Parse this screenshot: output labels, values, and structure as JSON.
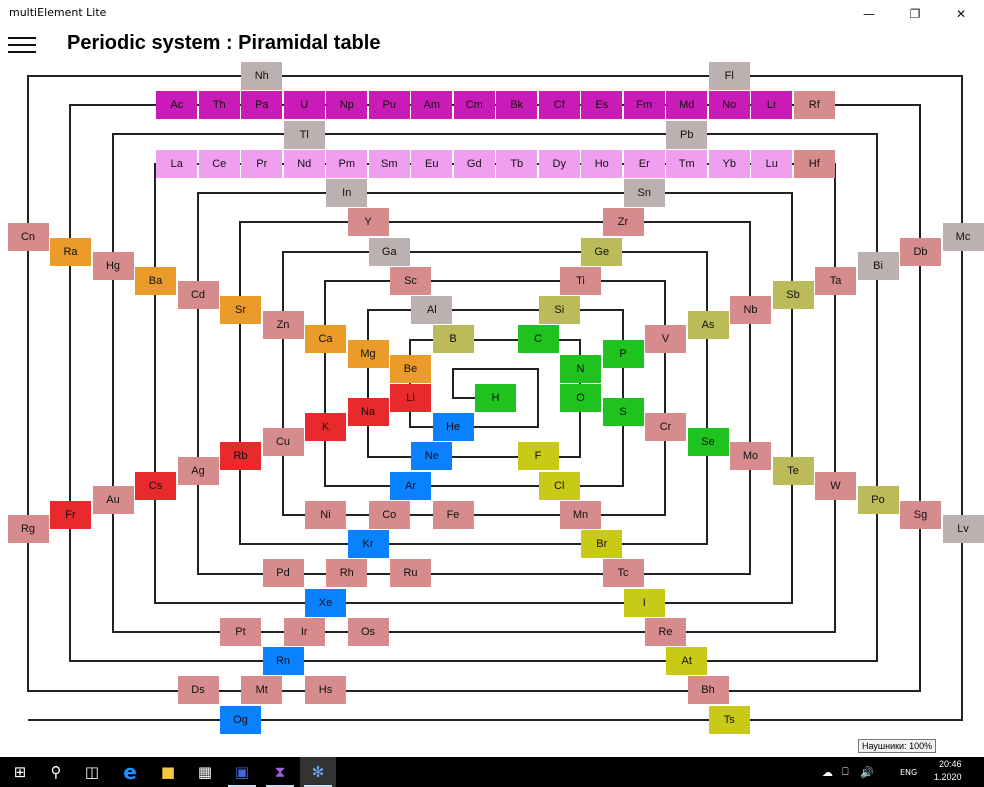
{
  "window": {
    "title": "multiElement Lite",
    "minimize_icon": "minimize-icon",
    "maximize_icon": "restore-icon",
    "close_icon": "close-icon"
  },
  "header": {
    "menu_icon": "hamburger-menu-icon",
    "title": "Periodic system : Piramidal table"
  },
  "colors": {
    "actinide": "#c91bb7",
    "lanthanide": "#f09ef0",
    "post-transition": "#bdb0b0",
    "transition": "#d68c8c",
    "alkali": "#e82a2c",
    "alkaline-earth": "#eb9b2a",
    "metalloid": "#bbbb5a",
    "nonmetal": "#1ec31e",
    "halogen": "#c9c918",
    "noble-gas": "#0a82ff",
    "connector_line": "#222222"
  },
  "elements": [
    {
      "symbol": "Nh",
      "category": "post-transition"
    },
    {
      "symbol": "Fl",
      "category": "post-transition"
    },
    {
      "symbol": "Ac",
      "category": "actinide"
    },
    {
      "symbol": "Th",
      "category": "actinide"
    },
    {
      "symbol": "Pa",
      "category": "actinide"
    },
    {
      "symbol": "U",
      "category": "actinide"
    },
    {
      "symbol": "Np",
      "category": "actinide"
    },
    {
      "symbol": "Pu",
      "category": "actinide"
    },
    {
      "symbol": "Am",
      "category": "actinide"
    },
    {
      "symbol": "Cm",
      "category": "actinide"
    },
    {
      "symbol": "Bk",
      "category": "actinide"
    },
    {
      "symbol": "Cf",
      "category": "actinide"
    },
    {
      "symbol": "Es",
      "category": "actinide"
    },
    {
      "symbol": "Fm",
      "category": "actinide"
    },
    {
      "symbol": "Md",
      "category": "actinide"
    },
    {
      "symbol": "No",
      "category": "actinide"
    },
    {
      "symbol": "Lr",
      "category": "actinide"
    },
    {
      "symbol": "Rf",
      "category": "transition"
    },
    {
      "symbol": "Tl",
      "category": "post-transition"
    },
    {
      "symbol": "Pb",
      "category": "post-transition"
    },
    {
      "symbol": "La",
      "category": "lanthanide"
    },
    {
      "symbol": "Ce",
      "category": "lanthanide"
    },
    {
      "symbol": "Pr",
      "category": "lanthanide"
    },
    {
      "symbol": "Nd",
      "category": "lanthanide"
    },
    {
      "symbol": "Pm",
      "category": "lanthanide"
    },
    {
      "symbol": "Sm",
      "category": "lanthanide"
    },
    {
      "symbol": "Eu",
      "category": "lanthanide"
    },
    {
      "symbol": "Gd",
      "category": "lanthanide"
    },
    {
      "symbol": "Tb",
      "category": "lanthanide"
    },
    {
      "symbol": "Dy",
      "category": "lanthanide"
    },
    {
      "symbol": "Ho",
      "category": "lanthanide"
    },
    {
      "symbol": "Er",
      "category": "lanthanide"
    },
    {
      "symbol": "Tm",
      "category": "lanthanide"
    },
    {
      "symbol": "Yb",
      "category": "lanthanide"
    },
    {
      "symbol": "Lu",
      "category": "lanthanide"
    },
    {
      "symbol": "Hf",
      "category": "transition"
    },
    {
      "symbol": "In",
      "category": "post-transition"
    },
    {
      "symbol": "Sn",
      "category": "post-transition"
    },
    {
      "symbol": "Y",
      "category": "transition"
    },
    {
      "symbol": "Zr",
      "category": "transition"
    },
    {
      "symbol": "Cn",
      "category": "transition"
    },
    {
      "symbol": "Mc",
      "category": "post-transition"
    },
    {
      "symbol": "Ra",
      "category": "alkaline-earth"
    },
    {
      "symbol": "Ga",
      "category": "post-transition"
    },
    {
      "symbol": "Ge",
      "category": "metalloid"
    },
    {
      "symbol": "Db",
      "category": "transition"
    },
    {
      "symbol": "Hg",
      "category": "transition"
    },
    {
      "symbol": "Bi",
      "category": "post-transition"
    },
    {
      "symbol": "Ba",
      "category": "alkaline-earth"
    },
    {
      "symbol": "Sc",
      "category": "transition"
    },
    {
      "symbol": "Ti",
      "category": "transition"
    },
    {
      "symbol": "Ta",
      "category": "transition"
    },
    {
      "symbol": "Cd",
      "category": "transition"
    },
    {
      "symbol": "Sb",
      "category": "metalloid"
    },
    {
      "symbol": "Sr",
      "category": "alkaline-earth"
    },
    {
      "symbol": "Al",
      "category": "post-transition"
    },
    {
      "symbol": "Si",
      "category": "metalloid"
    },
    {
      "symbol": "Nb",
      "category": "transition"
    },
    {
      "symbol": "Zn",
      "category": "transition"
    },
    {
      "symbol": "As",
      "category": "metalloid"
    },
    {
      "symbol": "Ca",
      "category": "alkaline-earth"
    },
    {
      "symbol": "B",
      "category": "metalloid"
    },
    {
      "symbol": "C",
      "category": "nonmetal"
    },
    {
      "symbol": "V",
      "category": "transition"
    },
    {
      "symbol": "Mg",
      "category": "alkaline-earth"
    },
    {
      "symbol": "P",
      "category": "nonmetal"
    },
    {
      "symbol": "Be",
      "category": "alkaline-earth"
    },
    {
      "symbol": "N",
      "category": "nonmetal"
    },
    {
      "symbol": "Li",
      "category": "alkali"
    },
    {
      "symbol": "H",
      "category": "nonmetal"
    },
    {
      "symbol": "O",
      "category": "nonmetal"
    },
    {
      "symbol": "Na",
      "category": "alkali"
    },
    {
      "symbol": "S",
      "category": "nonmetal"
    },
    {
      "symbol": "K",
      "category": "alkali"
    },
    {
      "symbol": "He",
      "category": "noble-gas"
    },
    {
      "symbol": "Cr",
      "category": "transition"
    },
    {
      "symbol": "Cu",
      "category": "transition"
    },
    {
      "symbol": "Se",
      "category": "nonmetal"
    },
    {
      "symbol": "Rb",
      "category": "alkali"
    },
    {
      "symbol": "Ne",
      "category": "noble-gas"
    },
    {
      "symbol": "F",
      "category": "halogen"
    },
    {
      "symbol": "Mo",
      "category": "transition"
    },
    {
      "symbol": "Ag",
      "category": "transition"
    },
    {
      "symbol": "Te",
      "category": "metalloid"
    },
    {
      "symbol": "Cs",
      "category": "alkali"
    },
    {
      "symbol": "Ar",
      "category": "noble-gas"
    },
    {
      "symbol": "Cl",
      "category": "halogen"
    },
    {
      "symbol": "W",
      "category": "transition"
    },
    {
      "symbol": "Au",
      "category": "transition"
    },
    {
      "symbol": "Po",
      "category": "metalloid"
    },
    {
      "symbol": "Fr",
      "category": "alkali"
    },
    {
      "symbol": "Ni",
      "category": "transition"
    },
    {
      "symbol": "Co",
      "category": "transition"
    },
    {
      "symbol": "Fe",
      "category": "transition"
    },
    {
      "symbol": "Mn",
      "category": "transition"
    },
    {
      "symbol": "Sg",
      "category": "transition"
    },
    {
      "symbol": "Rg",
      "category": "transition"
    },
    {
      "symbol": "Lv",
      "category": "post-transition"
    },
    {
      "symbol": "Kr",
      "category": "noble-gas"
    },
    {
      "symbol": "Br",
      "category": "halogen"
    },
    {
      "symbol": "Pd",
      "category": "transition"
    },
    {
      "symbol": "Rh",
      "category": "transition"
    },
    {
      "symbol": "Ru",
      "category": "transition"
    },
    {
      "symbol": "Tc",
      "category": "transition"
    },
    {
      "symbol": "Xe",
      "category": "noble-gas"
    },
    {
      "symbol": "I",
      "category": "halogen"
    },
    {
      "symbol": "Pt",
      "category": "transition"
    },
    {
      "symbol": "Ir",
      "category": "transition"
    },
    {
      "symbol": "Os",
      "category": "transition"
    },
    {
      "symbol": "Re",
      "category": "transition"
    },
    {
      "symbol": "Rn",
      "category": "noble-gas"
    },
    {
      "symbol": "At",
      "category": "halogen"
    },
    {
      "symbol": "Ds",
      "category": "transition"
    },
    {
      "symbol": "Mt",
      "category": "transition"
    },
    {
      "symbol": "Hs",
      "category": "transition"
    },
    {
      "symbol": "Bh",
      "category": "transition"
    },
    {
      "symbol": "Og",
      "category": "noble-gas"
    },
    {
      "symbol": "Ts",
      "category": "halogen"
    }
  ],
  "taskbar": {
    "icons": [
      "windows-start-icon",
      "search-icon",
      "task-view-icon",
      "edge-browser-icon",
      "file-explorer-icon",
      "store-icon",
      "save-disk-app-icon",
      "visual-studio-icon",
      "multielement-app-icon"
    ],
    "tray_icons": [
      "onedrive-cloud-icon",
      "network-icon",
      "volume-icon",
      "action-center-icon"
    ],
    "language": "ENG",
    "time": "20:46",
    "date": "1.2020",
    "tooltip": "Наушники: 100%"
  }
}
